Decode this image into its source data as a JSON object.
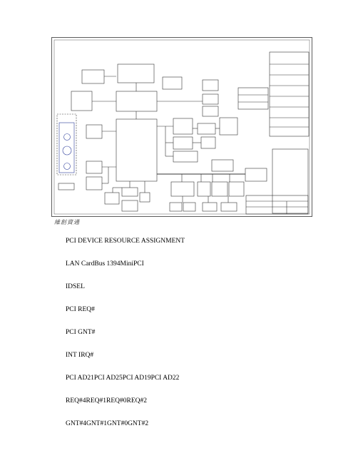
{
  "caption": "維創資通",
  "lines": [
    "PCI DEVICE RESOURCE ASSIGNMENT",
    "LAN CardBus 1394MiniPCI",
    "IDSEL",
    "PCI  REQ#",
    "PCI  GNT#",
    "INT  IRQ#",
    "PCI  AD21PCI  AD25PCI  AD19PCI  AD22",
    "REQ#4REQ#1REQ#0REQ#2",
    "GNT#4GNT#1GNT#0GNT#2"
  ]
}
